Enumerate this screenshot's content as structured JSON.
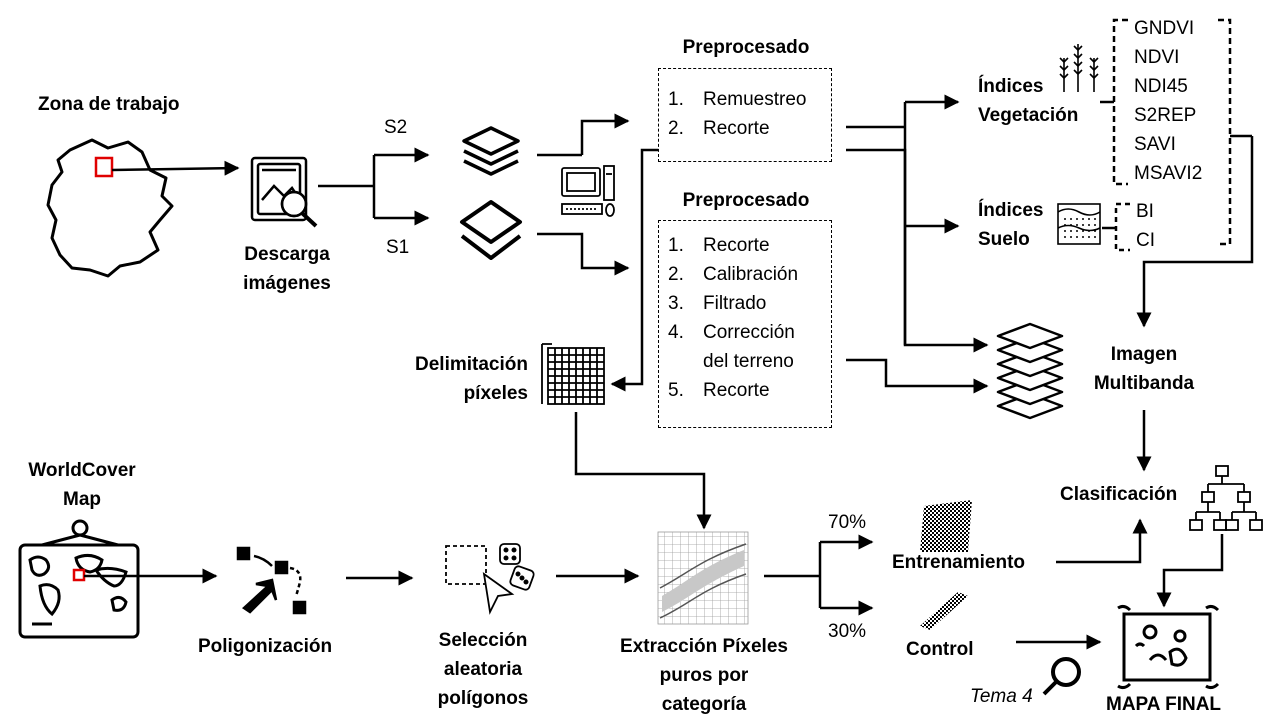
{
  "zona_trabajo": "Zona de trabajo",
  "descarga": [
    "Descarga",
    "imágenes"
  ],
  "s2": "S2",
  "s1": "S1",
  "prepro_s2": {
    "title": "Preprocesado",
    "steps": [
      {
        "n": "1.",
        "text": "Remuestreo"
      },
      {
        "n": "2.",
        "text": "Recorte"
      }
    ]
  },
  "prepro_s1": {
    "title": "Preprocesado",
    "steps": [
      {
        "n": "1.",
        "text": "Recorte"
      },
      {
        "n": "2.",
        "text": "Calibración"
      },
      {
        "n": "3.",
        "text": "Filtrado"
      },
      {
        "n": "4.",
        "text": "Corrección"
      },
      {
        "n": "",
        "text": "del terreno"
      },
      {
        "n": "5.",
        "text": "Recorte"
      }
    ]
  },
  "indices_veg": [
    "Índices",
    "Vegetación"
  ],
  "indices_suelo": [
    "Índices",
    "Suelo"
  ],
  "veg_list": [
    "GNDVI",
    "NDVI",
    "NDI45",
    "S2REP",
    "SAVI",
    "MSAVI2"
  ],
  "soil_list": [
    "BI",
    "CI"
  ],
  "multibanda": [
    "Imagen",
    "Multibanda"
  ],
  "delimitacion": [
    "Delimitación",
    "píxeles"
  ],
  "worldcover": [
    "WorldCover",
    "Map"
  ],
  "poligonizacion": "Poligonización",
  "seleccion": [
    "Selección",
    "aleatoria",
    "polígonos"
  ],
  "extraccion": [
    "Extracción Píxeles",
    "puros por",
    "categoría"
  ],
  "pct_70": "70%",
  "pct_30": "30%",
  "entrenamiento": "Entrenamiento",
  "control": "Control",
  "clasificacion": "Clasificación",
  "tema": "Tema 4",
  "mapa_final": "MAPA FINAL",
  "colors": {
    "highlight": "#e00000",
    "line": "#000000"
  }
}
